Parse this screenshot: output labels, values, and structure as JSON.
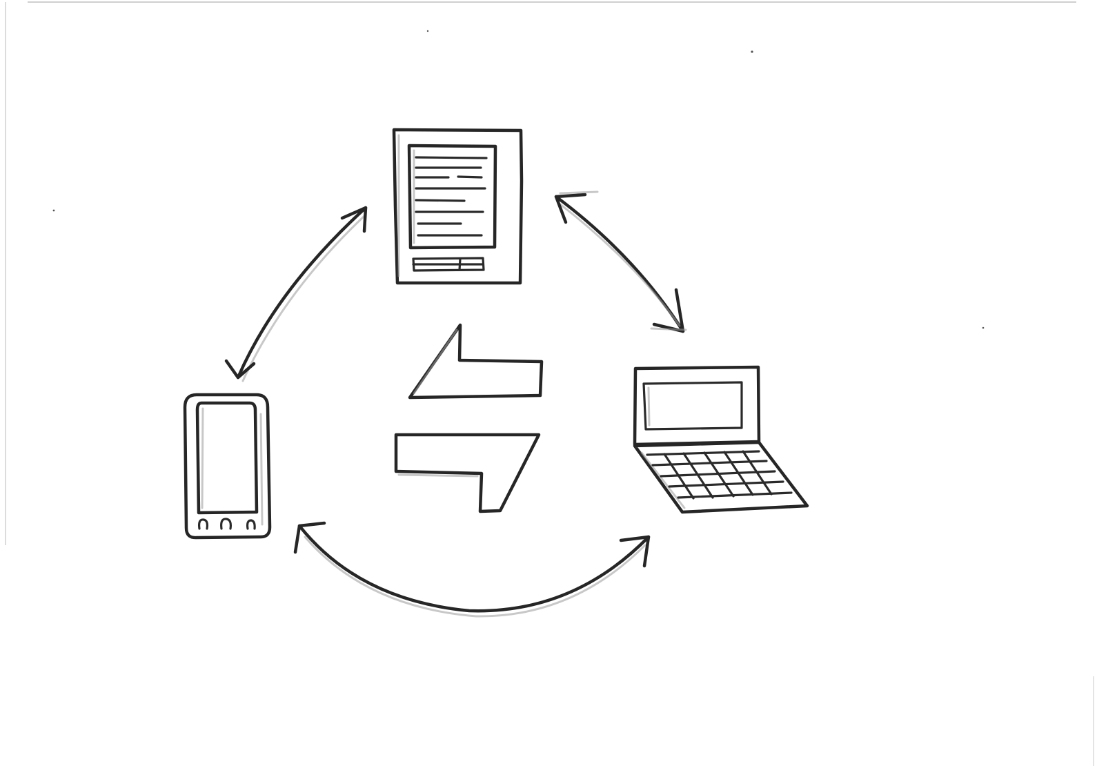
{
  "diagram": {
    "nodes": [
      {
        "id": "ereader",
        "icon": "ereader-icon"
      },
      {
        "id": "laptop",
        "icon": "laptop-icon"
      },
      {
        "id": "smartphone",
        "icon": "smartphone-icon"
      }
    ],
    "center_icon": "swap-arrows-icon",
    "connections": [
      {
        "from": "ereader",
        "to": "laptop",
        "direction": "bidirectional"
      },
      {
        "from": "smartphone",
        "to": "laptop",
        "direction": "bidirectional"
      },
      {
        "from": "smartphone",
        "to": "ereader",
        "direction": "bidirectional"
      }
    ],
    "style": {
      "ink_color": "#262626",
      "paper_color": "#ffffff",
      "shade_color": "#9a9a9a"
    }
  }
}
